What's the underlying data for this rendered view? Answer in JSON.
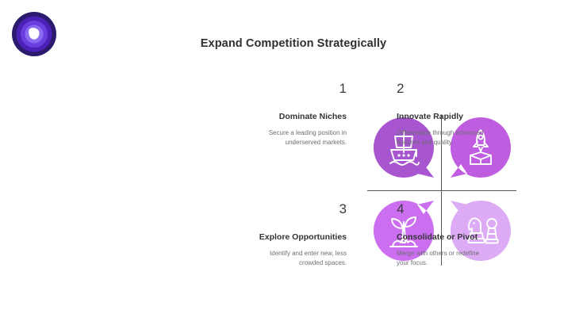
{
  "logo": {
    "name": "brand-logo",
    "shape": "concentric-circle-play-mark",
    "colors": {
      "ring_outer": "#2b1a6e",
      "ring_mid": "#4c21b8",
      "ring_inner": "#6a3fe0",
      "ring_core": "#8b6cf0",
      "mark": "#ffffff"
    }
  },
  "header": {
    "title": "Expand Competition Strategically"
  },
  "theme": {
    "text_dark": "#333338",
    "text_muted": "#6e6e75",
    "divider": "#58585c",
    "background": "#ffffff"
  },
  "matrix": {
    "divider_vertical": true,
    "divider_horizontal": true,
    "quadrants": [
      {
        "number": "1",
        "heading": "Dominate Niches",
        "description": "Secure a leading position in underserved markets.",
        "icon": "sailing-ship-icon",
        "color": "#a855d0",
        "tail": "bottom-right",
        "align": "right"
      },
      {
        "number": "2",
        "heading": "Innovate Rapidly",
        "description": "Differentiate through advanced features and quality.",
        "icon": "rocket-launch-icon",
        "color": "#bf5ce0",
        "tail": "bottom-left",
        "align": "left"
      },
      {
        "number": "3",
        "heading": "Explore Opportunities",
        "description": "Identify and enter new, less crowded spaces.",
        "icon": "sprout-plant-icon",
        "color": "#cc6ef0",
        "tail": "top-right",
        "align": "right"
      },
      {
        "number": "4",
        "heading": "Consolidate or Pivot",
        "description": "Merge with others or redefine your focus.",
        "icon": "chess-pieces-icon",
        "color": "#ddaaf5",
        "tail": "top-left",
        "align": "left"
      }
    ]
  }
}
